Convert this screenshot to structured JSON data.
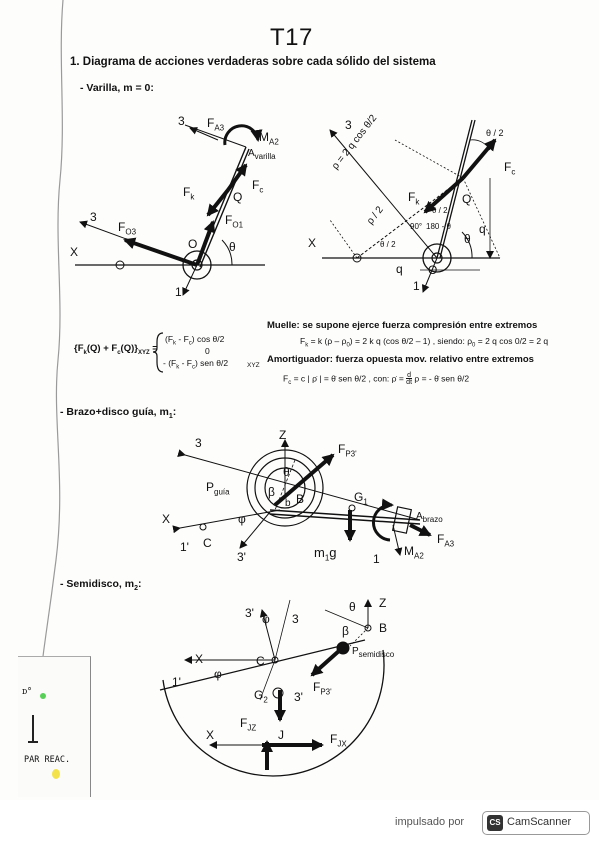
{
  "document": {
    "title": "T17",
    "section_heading": "1. Diagrama de acciones verdaderas sobre cada sólido del sistema",
    "subsections": {
      "varilla": "- Varilla, m = 0:",
      "brazo": "- Brazo+disco guía, m",
      "brazo_sub": "1",
      "brazo_tail": ":",
      "semidisco": "- Semidisco, m",
      "semidisco_sub": "2",
      "semidisco_tail": ":"
    }
  },
  "varilla_left": {
    "labels": {
      "three_top": "3",
      "fa3": "F",
      "fa3_sub": "A3",
      "ma2": "M",
      "ma2_sub": "A2",
      "avarilla": "A",
      "avarilla_sub": "varilla",
      "fc": "F",
      "fc_sub": "c",
      "q": "Q",
      "fk": "F",
      "fk_sub": "k",
      "three_mid": "3",
      "fo3": "F",
      "fo3_sub": "O3",
      "fo1": "F",
      "fo1_sub": "O1",
      "o": "O",
      "theta": "θ",
      "x": "X",
      "one": "1"
    }
  },
  "varilla_right": {
    "labels": {
      "three": "3",
      "half_theta": "θ / 2",
      "fc": "F",
      "fc_sub": "c",
      "rho_long": "ρ = 2 q cos θ/2",
      "rho_half": "ρ / 2",
      "fk": "F",
      "fk_sub": "k",
      "q_point": "Q",
      "half_theta2": "θ / 2",
      "ninety": "90°",
      "one_eighty": "180 - θ",
      "theta": "θ",
      "q_side": "q",
      "half_theta3": "θ / 2",
      "x": "X",
      "q_bottom": "q",
      "o": "O",
      "one": "1"
    }
  },
  "equations": {
    "lhs": "{F",
    "lhs_k": "k",
    "lhs_mid": "(Q) + F",
    "lhs_c": "c",
    "lhs_end": "(Q)}",
    "lhs_xyz": "XYZ",
    "eq": "=",
    "row1": "(F",
    "row1_k": "k",
    "row1_mid": " - F",
    "row1_c": "c",
    "row1_end": ") cos θ/2",
    "row2": "0",
    "row3": "- (F",
    "row3_k": "k",
    "row3_mid": " - F",
    "row3_c": "c",
    "row3_end": ") sen θ/2",
    "rhs_xyz": "XYZ",
    "muelle_title": "Muelle: se supone ejerce fuerza compresión entre extremos",
    "muelle_eq": "F",
    "muelle_eq_k": "k",
    "muelle_eq_rest": " = k (ρ – ρ",
    "muelle_eq_0": "0",
    "muelle_eq_rest2": ") = 2 k q (cos θ/2 – 1) ,  siendo:  ρ",
    "muelle_eq_0b": "0",
    "muelle_eq_rest3": " = 2 q cos 0/2 = 2 q",
    "amort_title": "Amortiguador: fuerza opuesta mov. relativo entre extremos",
    "amort_eq": "F",
    "amort_eq_c": "c",
    "amort_eq_rest": " = c | ρ̇ | = θ̇ sen θ/2 ,   con:    ρ̇ = ",
    "amort_frac_num": "d",
    "amort_frac_den": "dt",
    "amort_eq_rest2": " ρ = - θ̇ sen θ/2"
  },
  "brazo": {
    "labels": {
      "three": "3",
      "z": "Z",
      "fp3": "F",
      "fp3_sub": "P3'",
      "theta": "θ",
      "pguia": "P",
      "pguia_sub": "guía",
      "beta": "β",
      "b_small": "b",
      "b_big": "B",
      "g1": "G",
      "g1_sub": "1",
      "abrazo": "A",
      "abrazo_sub": "brazo",
      "x": "X",
      "phi": "φ",
      "one_p": "1'",
      "c": "C",
      "three_p": "3'",
      "m1g": "m",
      "m1g_sub": "1",
      "m1g_g": "g",
      "one": "1",
      "ma2": "M",
      "ma2_sub": "A2",
      "fa3": "F",
      "fa3_sub": "A3"
    }
  },
  "semidisco": {
    "labels": {
      "three_p": "3'",
      "phi_top": "φ",
      "three": "3",
      "theta": "θ",
      "z": "Z",
      "beta": "β",
      "b": "B",
      "x": "X",
      "c": "C",
      "psemi": "P",
      "psemi_sub": "semidisco",
      "one_p": "1'",
      "phi": "φ",
      "g2": "G",
      "g2_sub": "2",
      "fp3": "F",
      "fp3_sub": "P3'",
      "three_p2": "3'",
      "fjz": "F",
      "fjz_sub": "JZ",
      "j": "J",
      "x2": "X",
      "fjx": "F",
      "fjx_sub": "JX"
    }
  },
  "handwriting": {
    "text": "PAR REAC.",
    "mark": "ᴅ°"
  },
  "footer": {
    "by": "impulsado por",
    "brand": "CamScanner",
    "logo": "CS"
  }
}
